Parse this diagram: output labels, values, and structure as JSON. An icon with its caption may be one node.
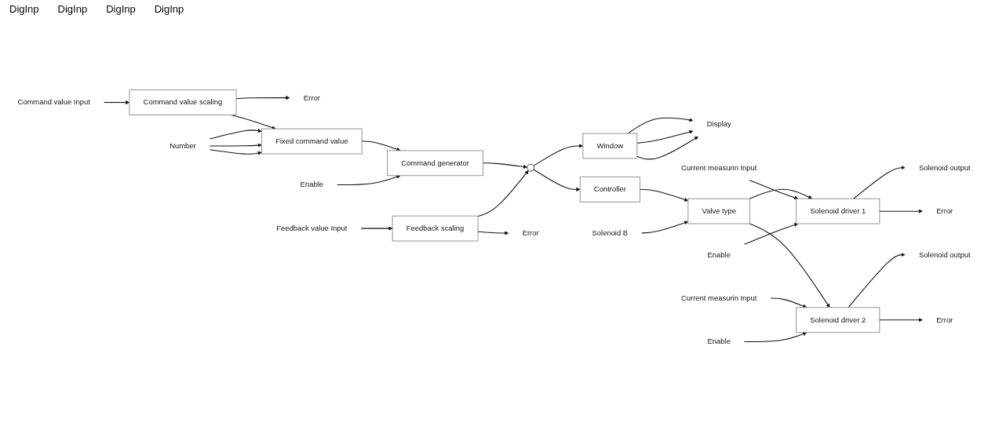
{
  "diagram": {
    "nodes": [
      {
        "text": [
          "Command value scaling"
        ]
      },
      {
        "text": [
          "Fixed command value"
        ]
      },
      {
        "text": [
          "Command generator"
        ]
      },
      {
        "text": [],
        "shape": "circle"
      },
      {
        "text": [
          "Controller"
        ]
      },
      {
        "text": [
          "Valve type"
        ]
      },
      {
        "text": [
          "Solenoid driver 1"
        ]
      },
      {
        "text": [
          "Solenoid driver 2"
        ]
      },
      {
        "text": [
          "Feedback scaling"
        ]
      },
      {
        "text": [
          "Window"
        ]
      },
      {
        "text": [
          "Command value Input"
        ]
      },
      {
        "text": [
          "Error"
        ]
      },
      {
        "text": [
          "Number"
        ]
      },
      {
        "text": [
          "Enable"
        ]
      },
      {
        "text": [
          "Solenoid B"
        ]
      },
      {
        "text": [
          "Solenoid output"
        ]
      },
      {
        "text": [
          "Current measurin Input"
        ]
      },
      {
        "text": [
          "Enable"
        ]
      },
      {
        "text": [
          "Error"
        ]
      },
      {
        "text": [
          "Solenoid output"
        ]
      },
      {
        "text": [
          "Current measurin Input"
        ]
      },
      {
        "text": [
          "Enable"
        ]
      },
      {
        "text": [
          "Error"
        ]
      },
      {
        "text": [
          "Feedback value Input"
        ]
      },
      {
        "text": [
          "Error"
        ]
      },
      {
        "text": [
          "Display"
        ]
      }
    ],
    "edges": [
      {
        "from": 10,
        "to": 0,
        "arrow": "to"
      },
      {
        "from": 0,
        "to": 1,
        "arrow": "to"
      },
      {
        "from": 1,
        "to": 2,
        "arrow": "to"
      },
      {
        "from": 2,
        "to": 3,
        "arrow": "to"
      },
      {
        "from": 3,
        "to": 4,
        "arrow": "to"
      },
      {
        "from": 4,
        "to": 5,
        "arrow": "to"
      },
      {
        "from": 5,
        "to": 6,
        "arrow": "to"
      },
      {
        "from": 5,
        "to": 7,
        "arrow": "to"
      },
      {
        "from": 0,
        "to": 11,
        "arrow": "to"
      },
      {
        "from": 12,
        "to": 1,
        "arrow": "to"
      },
      {
        "from": 12,
        "to": 1,
        "arrow": "to"
      },
      {
        "from": 12,
        "to": 1,
        "arrow": "to"
      },
      {
        "from": 13,
        "to": 2,
        "arrow": "to"
      },
      {
        "from": 3,
        "to": 9,
        "arrow": "to"
      },
      {
        "from": 14,
        "to": 5,
        "arrow": "to"
      },
      {
        "from": 6,
        "to": 15,
        "arrow": "to"
      },
      {
        "from": 16,
        "to": 6,
        "arrow": "to"
      },
      {
        "from": 17,
        "to": 6,
        "arrow": "to"
      },
      {
        "from": 6,
        "to": 18,
        "arrow": "to"
      },
      {
        "from": 7,
        "to": 19,
        "arrow": "to"
      },
      {
        "from": 20,
        "to": 7,
        "arrow": "to"
      },
      {
        "from": 21,
        "to": 7,
        "arrow": "to"
      },
      {
        "from": 7,
        "to": 22,
        "arrow": "to"
      },
      {
        "from": 23,
        "to": 8,
        "arrow": "to"
      },
      {
        "from": 8,
        "to": 3,
        "arrow": "to"
      },
      {
        "from": 8,
        "to": 24,
        "arrow": "to"
      },
      {
        "from": 9,
        "to": 25,
        "arrow": "to"
      },
      {
        "from": 9,
        "to": 25,
        "arrow": "to"
      },
      {
        "from": 9,
        "to": 25,
        "arrow": "to"
      }
    ],
    "labels": [
      "DigInp",
      "DigInp",
      "DigInp",
      "DigInp"
    ]
  }
}
